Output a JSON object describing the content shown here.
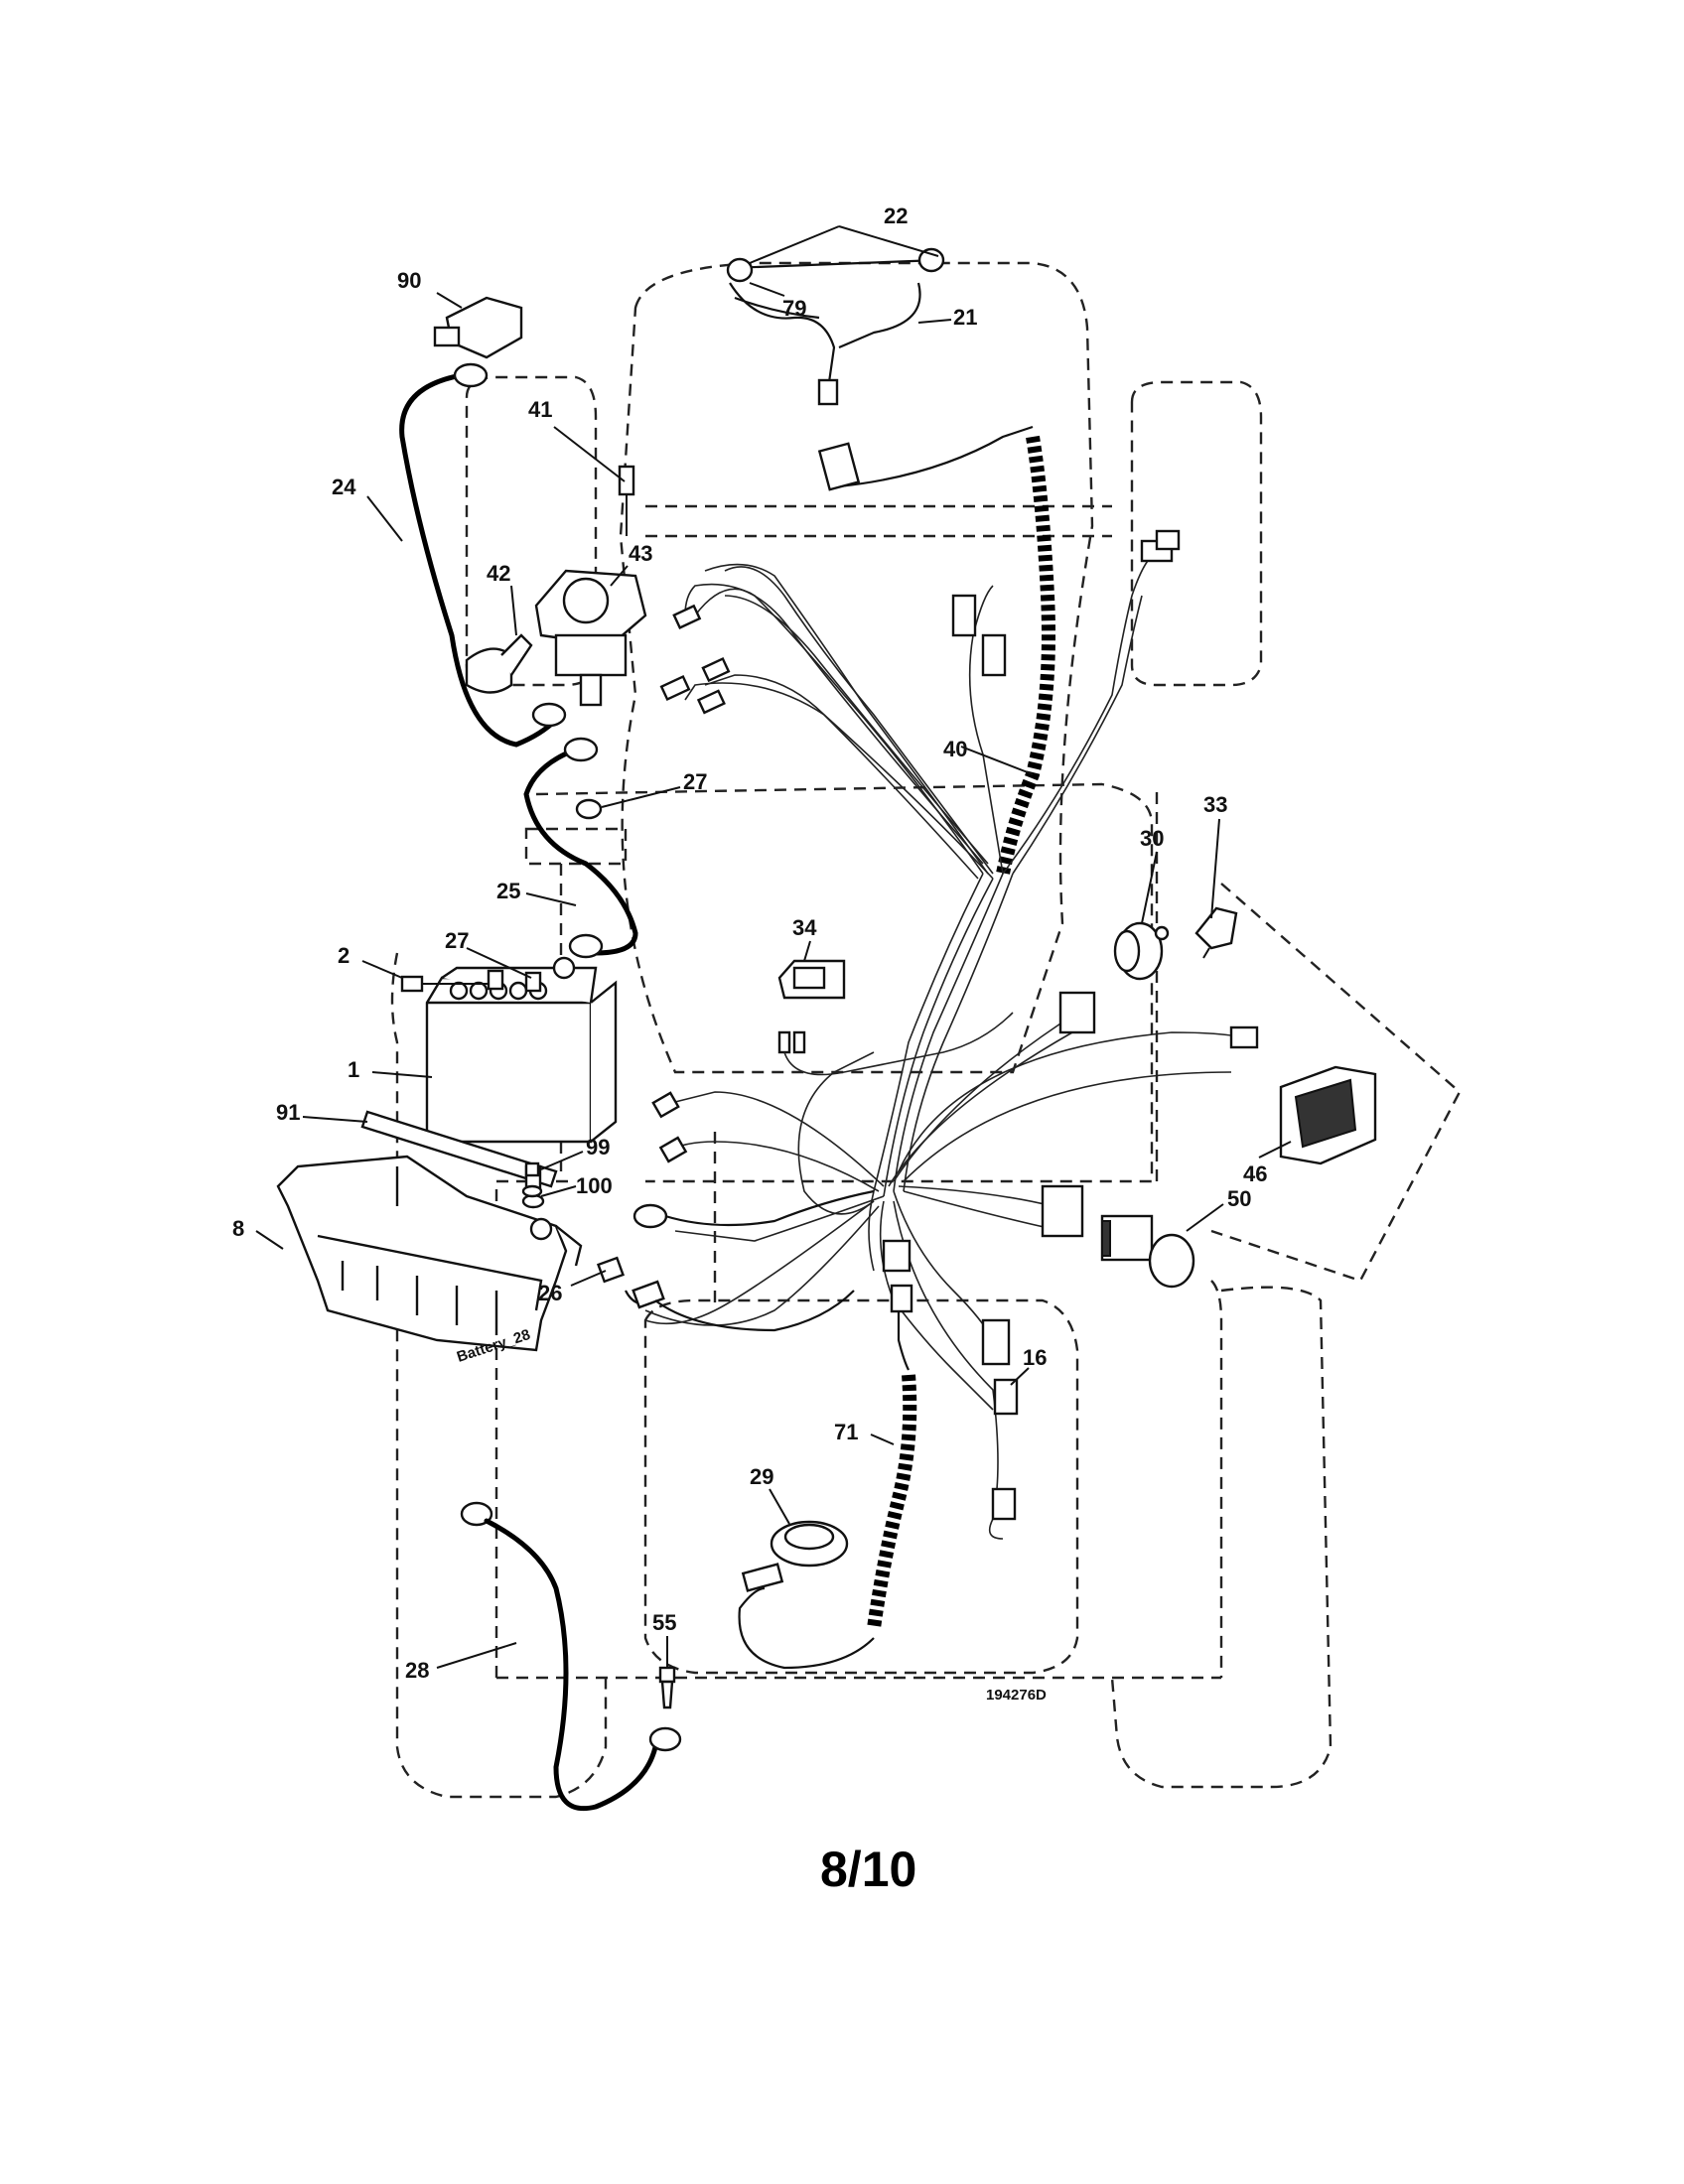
{
  "diagram": {
    "drawing_number": "194276D",
    "page_number": "8/10",
    "battery_tag": "Battery_28",
    "callouts": [
      "22",
      "90",
      "79",
      "21",
      "41",
      "24",
      "42",
      "43",
      "40",
      "27",
      "33",
      "30",
      "25",
      "34",
      "2",
      "27",
      "1",
      "91",
      "99",
      "100",
      "46",
      "50",
      "8",
      "26",
      "16",
      "71",
      "29",
      "55",
      "28"
    ]
  }
}
